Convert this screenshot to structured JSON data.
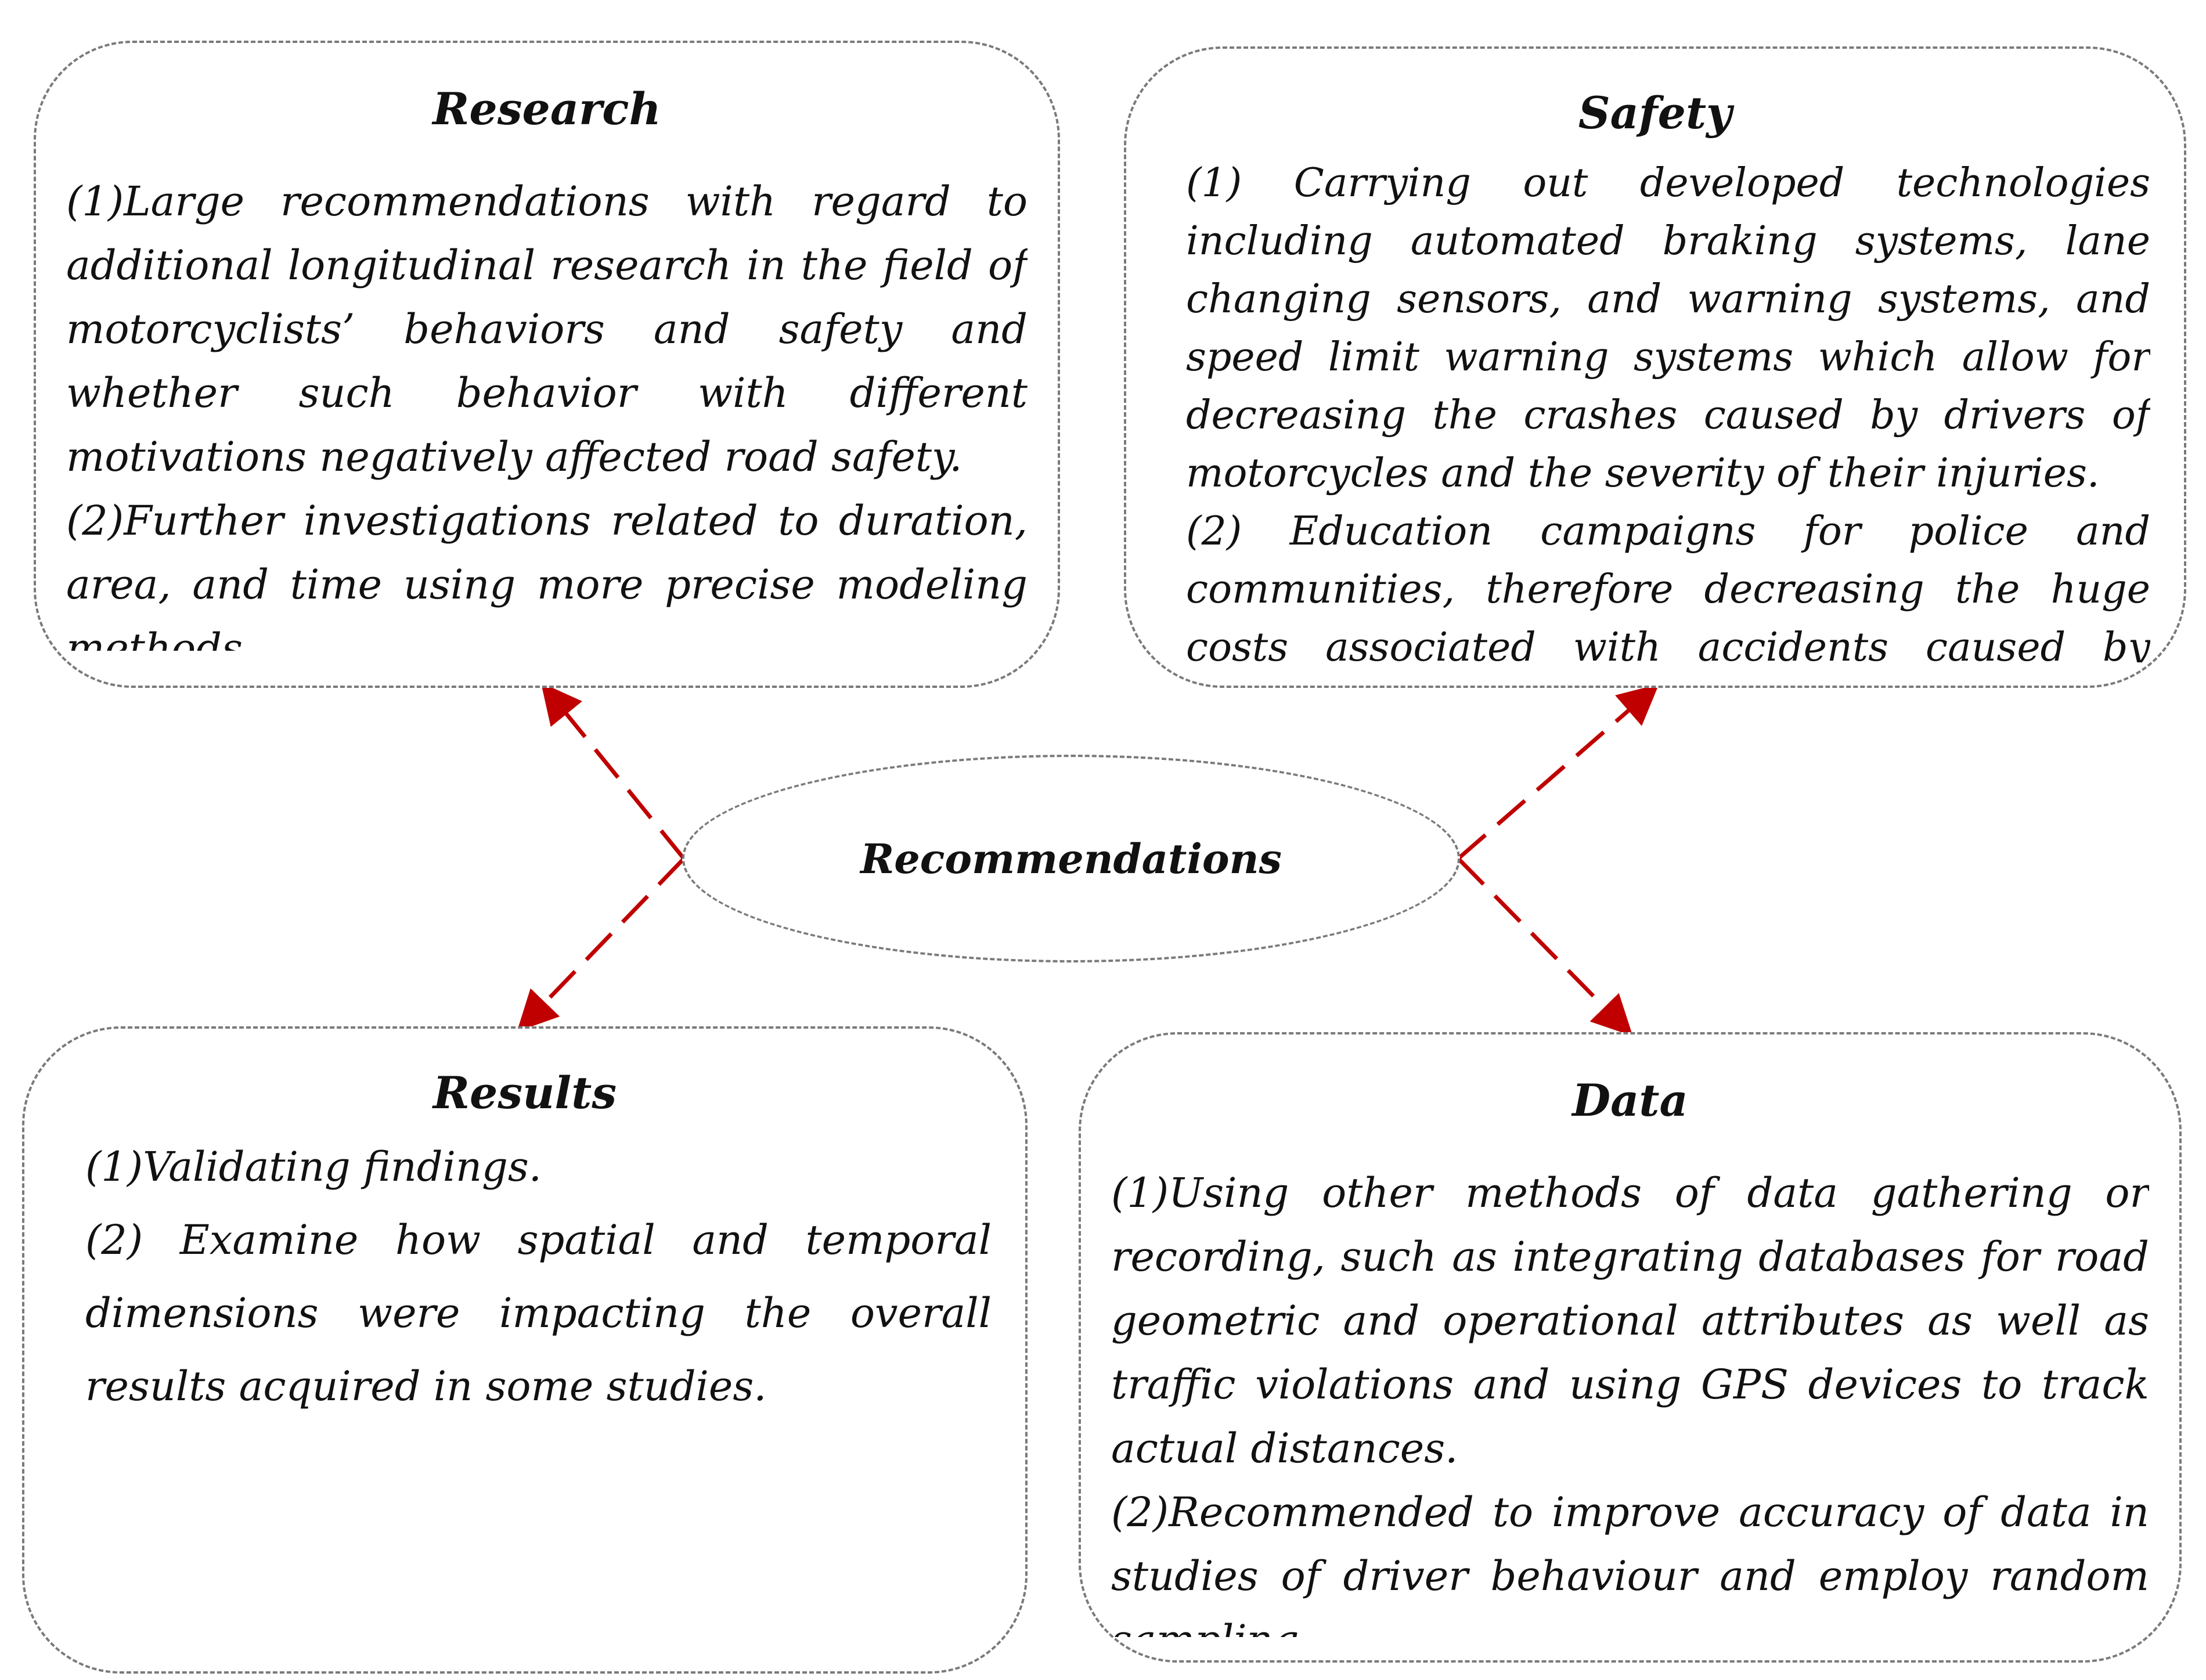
{
  "center": {
    "label": "Recommendations"
  },
  "colors": {
    "arrow": "#c00000",
    "border": "#7a7a7a"
  },
  "boxes": {
    "research": {
      "title": "Research",
      "items": [
        {
          "num": "(1)",
          "text": "Large recommendations with regard to additional longitudinal research in the field of motorcyclists’ behaviors and safety and whether such behavior with different motivations negatively affected road safety."
        },
        {
          "num": "(2)",
          "text": "Further investigations related to duration, area, and time using more precise modeling methods."
        }
      ]
    },
    "safety": {
      "title": "Safety",
      "items": [
        {
          "num": "(1)",
          "text": "Carrying out developed technologies including automated braking systems, lane changing sensors, and warning systems, and speed limit warning systems which allow for decreasing the crashes caused by drivers of motorcycles and the severity of their injuries."
        },
        {
          "num": "(2)",
          "text": "Education campaigns for police and communities, therefore decreasing the huge costs associated with accidents caused by motorcycles."
        }
      ]
    },
    "results": {
      "title": "Results",
      "items": [
        {
          "num": "(1)",
          "text": "Validating findings."
        },
        {
          "num": "(2)",
          "text": "Examine how spatial and temporal dimensions were impacting the overall results acquired in some studies."
        }
      ]
    },
    "data": {
      "title": "Data",
      "items": [
        {
          "num": "(1)",
          "text": "Using other methods of data gathering or recording, such as integrating databases for road geometric and operational attributes as well as traffic violations and using GPS devices to track actual distances."
        },
        {
          "num": "(2)",
          "text": "Recommended to improve accuracy of data in studies of driver behaviour and employ random sampling."
        }
      ]
    }
  }
}
